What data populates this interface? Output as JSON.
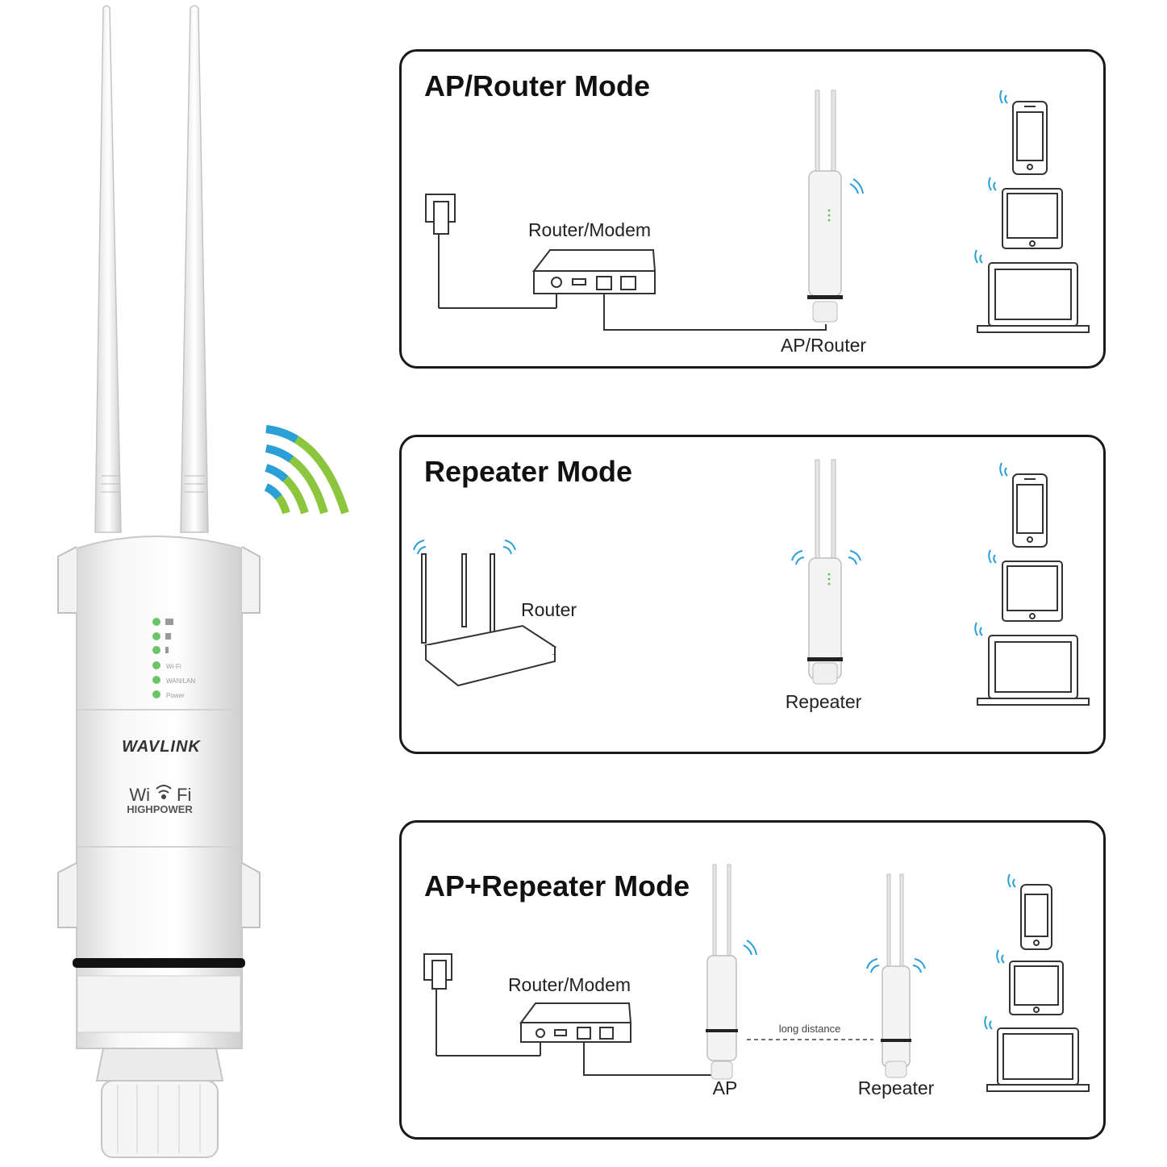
{
  "product": {
    "brand": "WAVLINK",
    "wifi_text_left": "Wi",
    "wifi_text_right": "Fi",
    "subtitle": "HIGHPOWER",
    "led_labels": [
      "Wi-Fi",
      "WAN/LAN",
      "Power"
    ]
  },
  "panels": [
    {
      "title": "AP/Router Mode",
      "labels": {
        "modem": "Router/Modem",
        "device": "AP/Router"
      }
    },
    {
      "title": "Repeater Mode",
      "labels": {
        "router": "Router",
        "device": "Repeater"
      }
    },
    {
      "title": "AP+Repeater Mode",
      "labels": {
        "modem": "Router/Modem",
        "ap": "AP",
        "repeater": "Repeater",
        "link": "long distance"
      }
    }
  ],
  "colors": {
    "wifi_blue": "#2a9fd8",
    "wifi_green": "#8cc63f",
    "led_green": "#6dc36a",
    "panel_border": "#1a1a1a"
  }
}
